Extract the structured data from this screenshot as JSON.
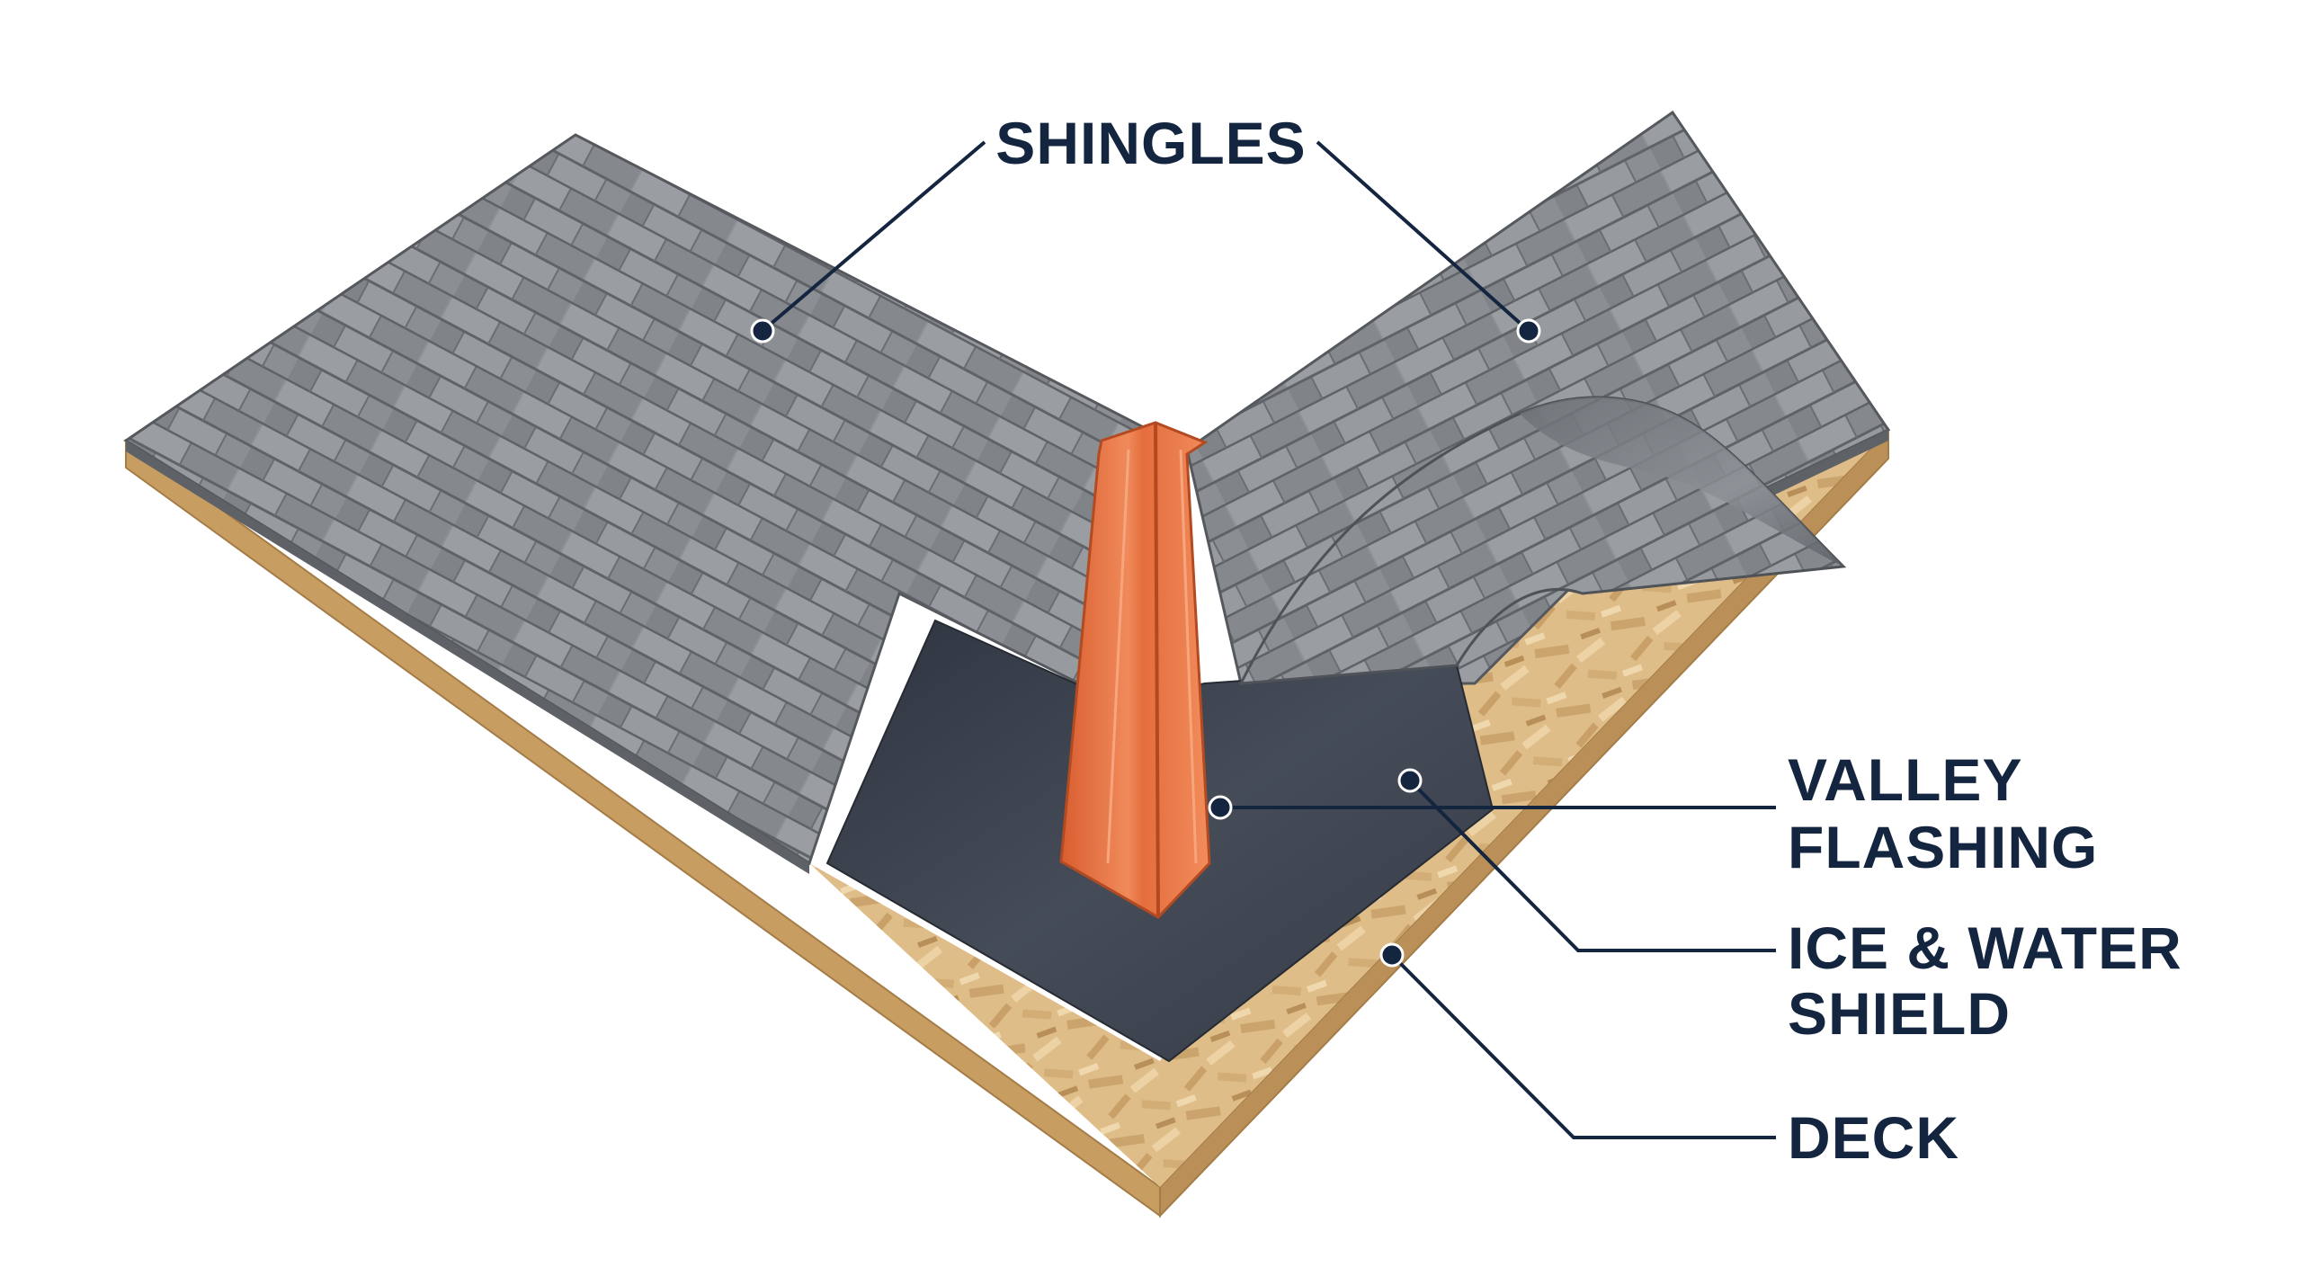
{
  "labels": {
    "shingles": "SHINGLES",
    "valley_flashing_line1": "VALLEY",
    "valley_flashing_line2": "FLASHING",
    "ice_water_line1": "ICE & WATER",
    "ice_water_line2": "SHIELD",
    "deck": "DECK"
  },
  "colors": {
    "label_text": "#142540",
    "leader_line": "#142540",
    "shingle": "#8f9297",
    "shingle_dark": "#6c7075",
    "flashing": "#ec7446",
    "ice_water_shield": "#3b424d",
    "deck_osb": "#dcb982",
    "deck_edge": "#c39a62"
  }
}
